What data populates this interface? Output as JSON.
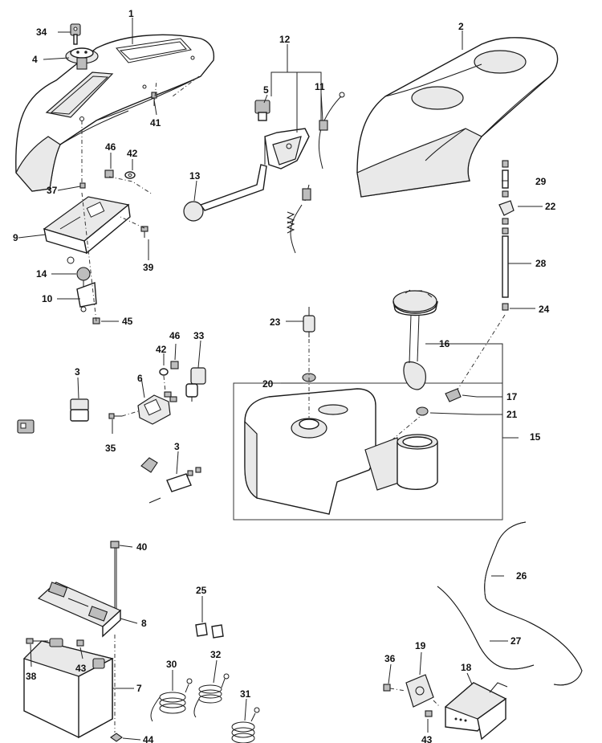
{
  "callouts": {
    "n1": "1",
    "n2": "2",
    "n3a": "3",
    "n3b": "3",
    "n4": "4",
    "n5": "5",
    "n6": "6",
    "n7": "7",
    "n8": "8",
    "n9": "9",
    "n10": "10",
    "n11": "11",
    "n12": "12",
    "n13": "13",
    "n14": "14",
    "n15": "15",
    "n16": "16",
    "n17": "17",
    "n18": "18",
    "n19": "19",
    "n20": "20",
    "n21": "21",
    "n22": "22",
    "n23": "23",
    "n24": "24",
    "n25": "25",
    "n26": "26",
    "n27": "27",
    "n28": "28",
    "n29": "29",
    "n30": "30",
    "n31": "31",
    "n32": "32",
    "n33": "33",
    "n34": "34",
    "n35": "35",
    "n36": "36",
    "n37": "37",
    "n38": "38",
    "n39": "39",
    "n40": "40",
    "n41": "41",
    "n42a": "42",
    "n42b": "42",
    "n43a": "43",
    "n43b": "43",
    "n44": "44",
    "n45": "45",
    "n46a": "46",
    "n46b": "46"
  }
}
